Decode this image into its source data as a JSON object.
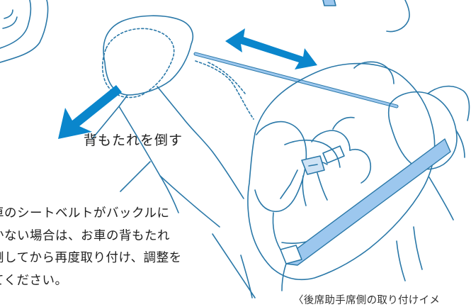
{
  "illustration": {
    "line_color": "#2a78a8",
    "arrow_color": "#0a86cc",
    "belt_color": "#9cc7ee",
    "dashed_outline_color": "#2a78a8",
    "adjust_arrow_icon": "double-headed-arrow-icon",
    "recline_arrow_icon": "recline-arrow-icon"
  },
  "labels": {
    "recline": "背もたれを倒す"
  },
  "note": {
    "lines": [
      "車のシートベルトがバックルに",
      "かない場合は、お車の背もたれ",
      "倒してから再度取り付け、調整を",
      "てください。"
    ]
  },
  "caption": "〈後席助手席側の取り付けイメ"
}
